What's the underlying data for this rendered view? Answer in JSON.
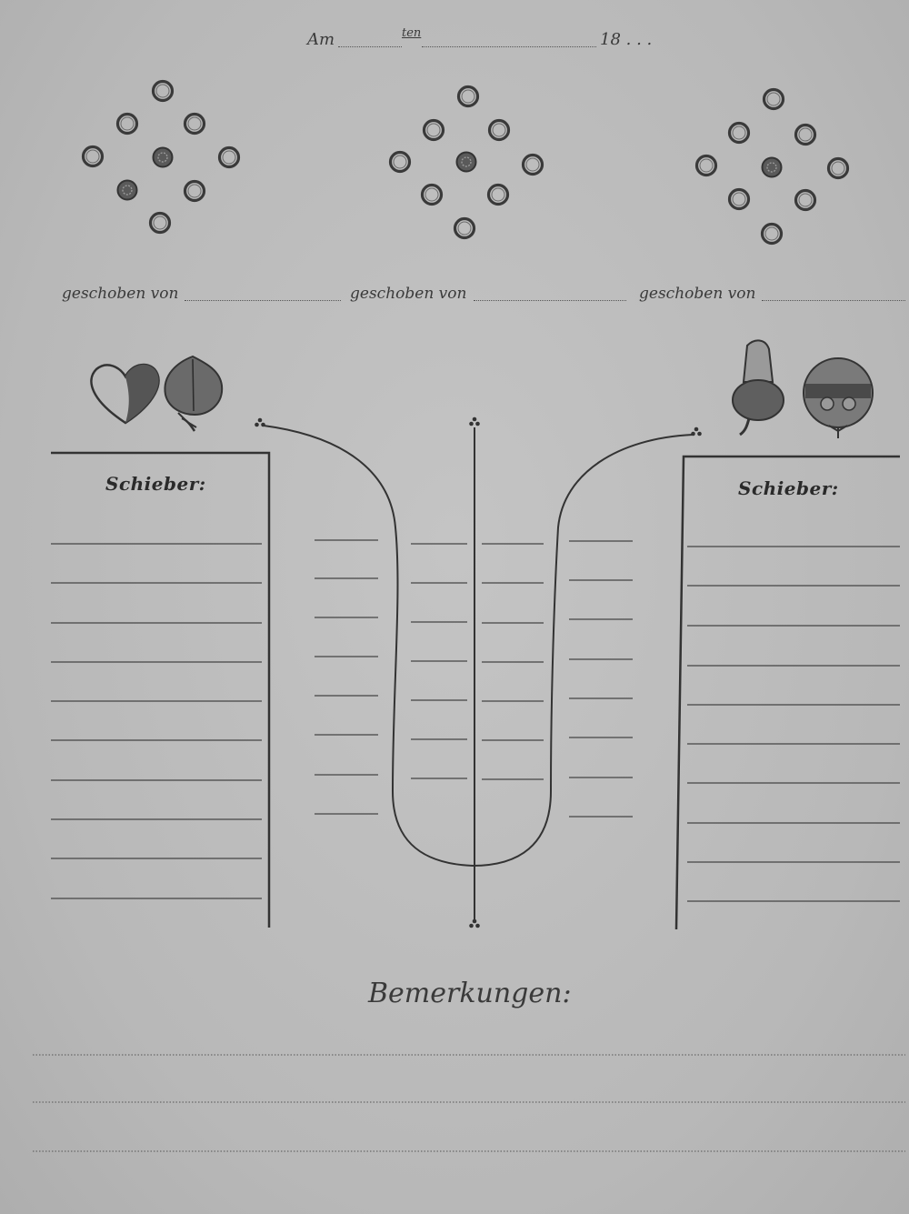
{
  "header": {
    "am_label": "Am",
    "ten_label": "ten",
    "year_label": "18 . . ."
  },
  "pushed_by": [
    {
      "label": "geschoben von"
    },
    {
      "label": "geschoben von"
    },
    {
      "label": "geschoben von"
    }
  ],
  "suits": {
    "left": [
      "heart-icon",
      "leaf-icon"
    ],
    "right": [
      "acorn-icon",
      "bell-icon"
    ]
  },
  "columns": {
    "left_title": "Schieber:",
    "right_title": "Schieber:"
  },
  "remarks": {
    "title": "Bemerkungen:"
  },
  "colors": {
    "paper": "#b9b9b9",
    "ink": "#2f2f2f"
  }
}
